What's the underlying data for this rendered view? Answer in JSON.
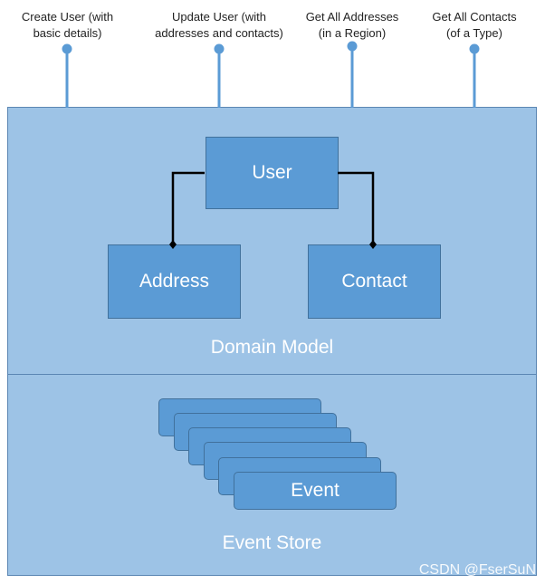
{
  "operations": [
    {
      "label": "Create User (with\nbasic details)"
    },
    {
      "label": "Update User (with\naddresses and contacts)"
    },
    {
      "label": "Get All Addresses\n(in a Region)"
    },
    {
      "label": "Get All Contacts\n(of a Type)"
    }
  ],
  "domain_model": {
    "title": "Domain Model",
    "entities": {
      "root": "User",
      "children": [
        "Address",
        "Contact"
      ]
    }
  },
  "event_store": {
    "title": "Event Store",
    "event_label": "Event",
    "stack_count": 6
  },
  "watermark": "CSDN @FserSuN",
  "colors": {
    "panel_fill": "#9dc3e6",
    "box_fill": "#5b9bd5",
    "connector": "#5b9bd5",
    "link": "#000000"
  }
}
